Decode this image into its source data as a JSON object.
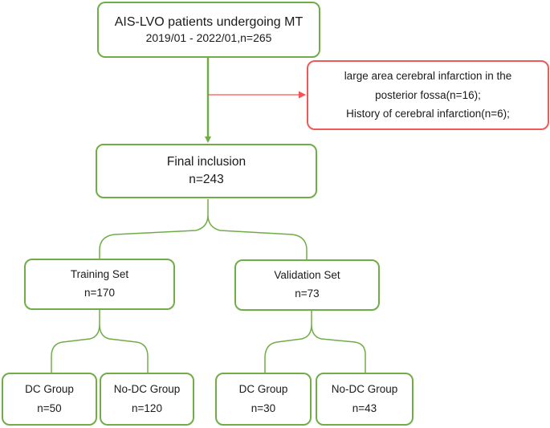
{
  "nodes": {
    "top": {
      "line1": "AIS-LVO patients undergoing MT",
      "line2": "2019/01 - 2022/01,n=265"
    },
    "exclusion": {
      "line1": "large area cerebral infarction in the",
      "line2": "posterior fossa(n=16);",
      "line3": "History of cerebral infarction(n=6);"
    },
    "final": {
      "line1": "Final inclusion",
      "line2": "n=243"
    },
    "training": {
      "line1": "Training Set",
      "line2": "n=170"
    },
    "validation": {
      "line1": "Validation Set",
      "line2": "n=73"
    },
    "training_dc": {
      "line1": "DC Group",
      "line2": "n=50"
    },
    "training_nodc": {
      "line1": "No-DC Group",
      "line2": "n=120"
    },
    "validation_dc": {
      "line1": "DC Group",
      "line2": "n=30"
    },
    "validation_nodc": {
      "line1": "No-DC Group",
      "line2": "n=43"
    }
  },
  "colors": {
    "box_border": "#70ad47",
    "arrow_main": "#70ad47",
    "exclusion_border": "#ee5a5a",
    "exclusion_arrow": "#ff5050"
  }
}
